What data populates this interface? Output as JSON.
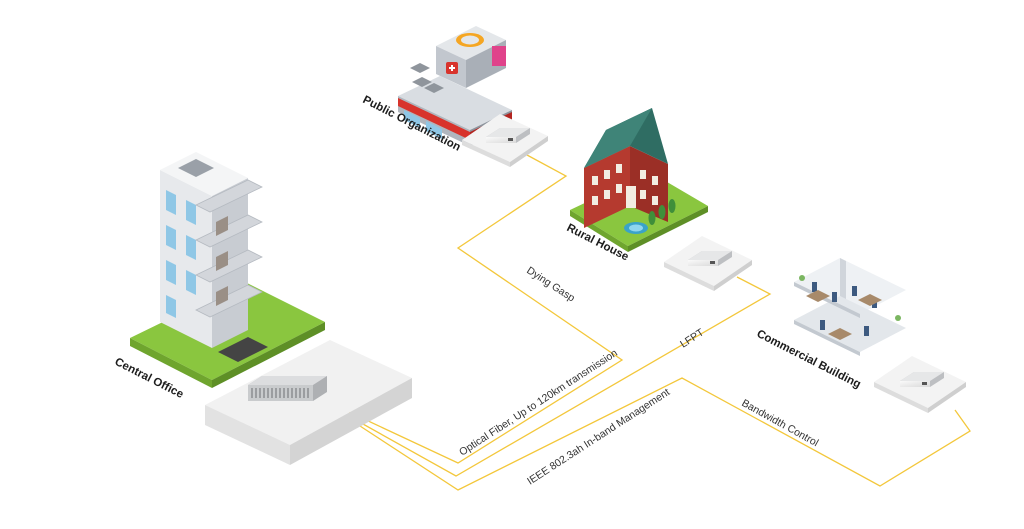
{
  "colors": {
    "fiber_line": "#f3c73b",
    "grass": "#8ac63f",
    "platform": "#f1f1f1",
    "platform_side": "#dedede",
    "brick": "#b53a2f",
    "roof": "#2f6d63"
  },
  "locations": {
    "central_office": "Central Office",
    "public_organization": "Public Organization",
    "rural_house": "Rural House",
    "commercial_building": "Commercial Building"
  },
  "link_labels": {
    "dying_gasp": "Dying Gasp",
    "lfpt": "LFPT",
    "optical_fiber": "Optical Fiber, Up to 120km transmission",
    "ieee_mgmt": "IEEE 802.3ah In-band Management",
    "bandwidth_control": "Bandwidth Control"
  },
  "icons": [
    "office-tower-icon",
    "hospital-icon",
    "mansion-icon",
    "open-office-icon",
    "chassis-rack-icon",
    "media-converter-icon"
  ]
}
